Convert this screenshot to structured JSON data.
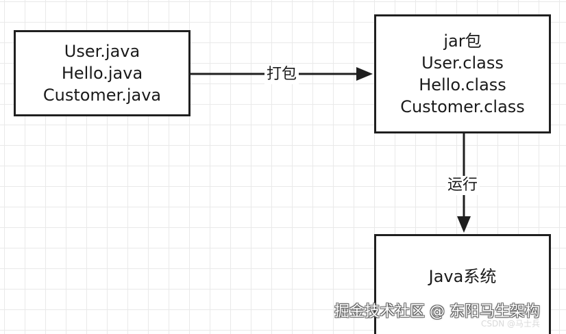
{
  "nodes": {
    "source": {
      "lines": [
        "User.java",
        "Hello.java",
        "Customer.java"
      ]
    },
    "jar": {
      "lines": [
        "jar包",
        "User.class",
        "Hello.class",
        "Customer.class"
      ]
    },
    "system": {
      "lines": [
        "Java系统"
      ]
    }
  },
  "edges": {
    "pack": {
      "label": "打包"
    },
    "run": {
      "label": "运行"
    }
  },
  "watermark": {
    "main": "掘金技术社区 @ 东阳马生架构",
    "small": "CSDN @马士兵"
  },
  "colors": {
    "stroke": "#1f1f1f",
    "grid": "#e9e9e9",
    "background": "#ffffff"
  }
}
